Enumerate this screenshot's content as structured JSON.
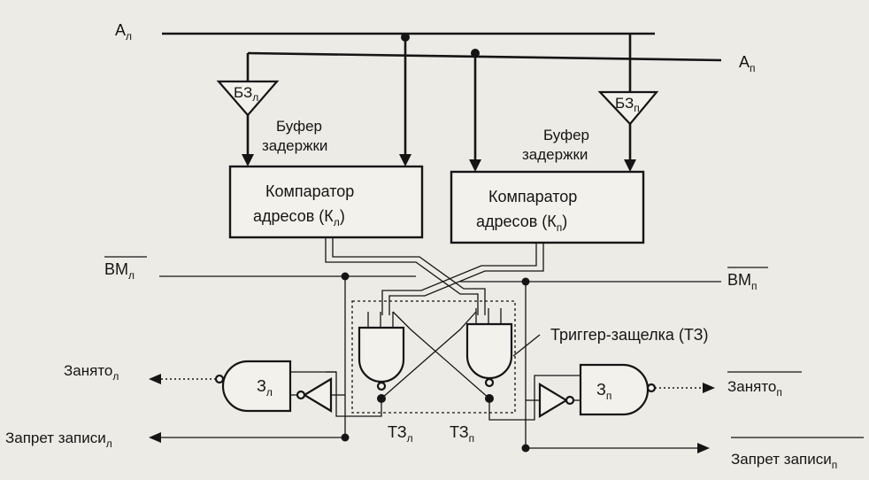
{
  "signals": {
    "a_left": "А",
    "a_left_sub": "л",
    "a_right": "А",
    "a_right_sub": "п",
    "vm_left": "ВМ",
    "vm_left_sub": "л",
    "vm_right": "ВМ",
    "vm_right_sub": "п",
    "busy_left": "Занято",
    "busy_left_sub": "л",
    "busy_right": "Занято",
    "busy_right_sub": "п",
    "wp_left": "Запрет записи",
    "wp_left_sub": "л",
    "wp_right": "Запрет записи",
    "wp_right_sub": "п"
  },
  "buffers": {
    "left_label": "БЗ",
    "left_sub": "л",
    "right_label": "БЗ",
    "right_sub": "п",
    "left_caption_line1": "Буфер",
    "left_caption_line2": "задержки",
    "right_caption_line1": "Буфер",
    "right_caption_line2": "задержки"
  },
  "comparators": {
    "left_line1": "Компаратор",
    "left_line2": "адресов (К",
    "left_sub": "л",
    "left_close": ")",
    "right_line1": "Компаратор",
    "right_line2": "адресов (К",
    "right_sub": "п",
    "right_close": ")"
  },
  "gates": {
    "z_left": "З",
    "z_left_sub": "л",
    "z_right": "З",
    "z_right_sub": "п",
    "tz_left": "ТЗ",
    "tz_left_sub": "л",
    "tz_right": "ТЗ",
    "tz_right_sub": "п"
  },
  "latch_label": "Триггер-защелка (ТЗ)"
}
